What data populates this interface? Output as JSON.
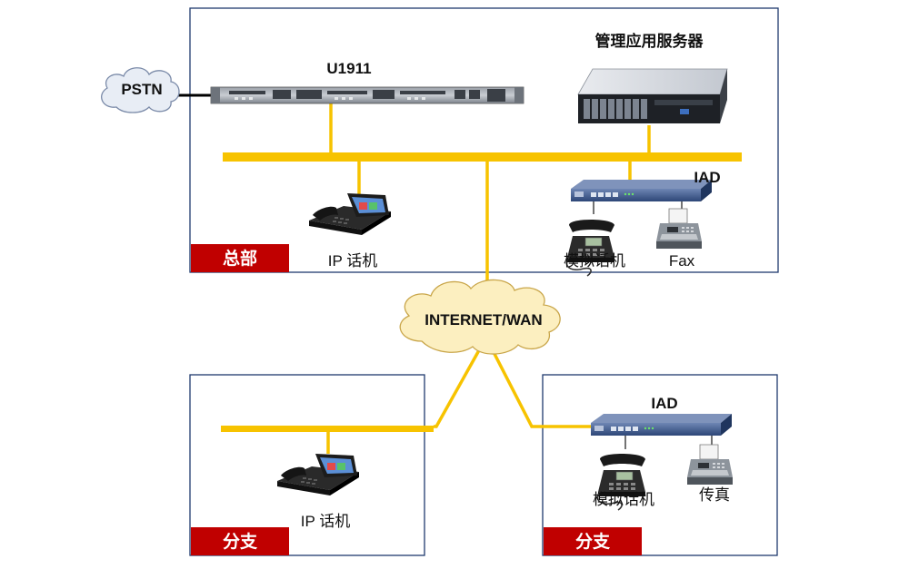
{
  "colors": {
    "bus": "#f7c300",
    "frame": "#1f3a6e",
    "tag_bg": "#c00000",
    "cloud_fill": "#fcefc0",
    "pstn_fill": "#e8edf5",
    "cable": "#000000"
  },
  "pstn": {
    "label": "PSTN"
  },
  "internet": {
    "label": "INTERNET/WAN"
  },
  "hq": {
    "tag": "总部",
    "u1911_label": "U1911",
    "server_label": "管理应用服务器",
    "iad_label": "IAD",
    "ip_phone_label": "IP 话机",
    "analog_phone_label": "模拟话机",
    "fax_label": "Fax"
  },
  "branch_left": {
    "tag": "分支",
    "ip_phone_label": "IP 话机"
  },
  "branch_right": {
    "tag": "分支",
    "iad_label": "IAD",
    "analog_phone_label": "模拟话机",
    "fax_label": "传真"
  },
  "icons": {
    "pstn": "cloud-icon",
    "internet": "cloud-icon",
    "u1911": "rack-gateway-icon",
    "server": "rack-server-icon",
    "iad": "iad-device-icon",
    "ip_phone": "ip-phone-icon",
    "analog_phone": "analog-phone-icon",
    "fax": "fax-icon"
  }
}
